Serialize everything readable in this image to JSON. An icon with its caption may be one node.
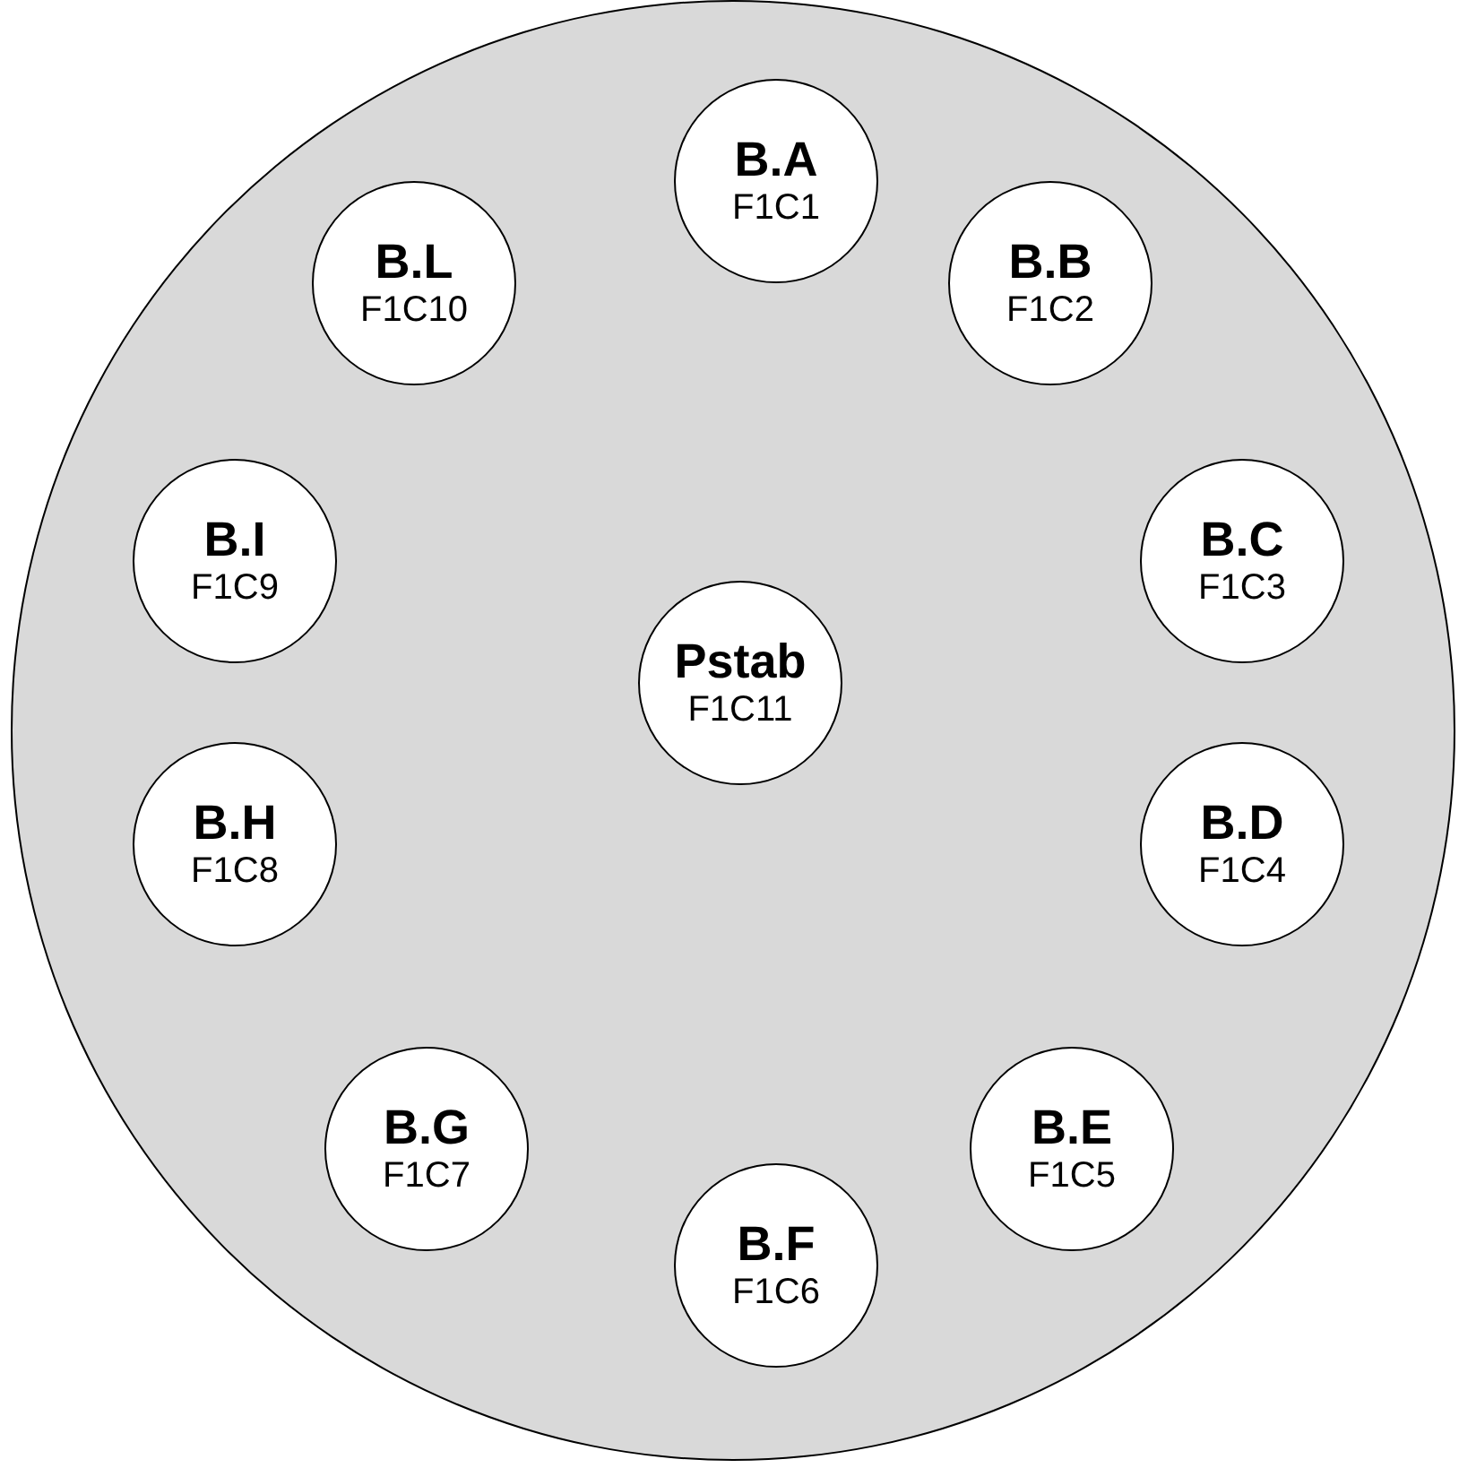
{
  "diagram": {
    "nodes": [
      {
        "text": [],
        "shape": "circle"
      },
      {
        "text": [
          "B.A",
          "F1C1"
        ],
        "in": 0
      },
      {
        "text": [
          "B.L",
          "F1C10"
        ],
        "in": 0
      },
      {
        "text": [
          "B.B",
          "F1C2"
        ],
        "in": 0
      },
      {
        "text": [
          "B.I",
          "F1C9"
        ],
        "in": 0
      },
      {
        "text": [
          "B.C",
          "F1C3"
        ],
        "in": 0
      },
      {
        "text": [
          "Pstab",
          "F1C11"
        ],
        "in": 0
      },
      {
        "text": [
          "B.H",
          "F1C8"
        ],
        "in": 0
      },
      {
        "text": [
          "B.D",
          "F1C4"
        ],
        "in": 0
      },
      {
        "text": [
          "B.G",
          "F1C7"
        ],
        "in": 0
      },
      {
        "text": [
          "B.E",
          "F1C5"
        ],
        "in": 0
      },
      {
        "text": [
          "B.F",
          "F1C6"
        ],
        "in": 0
      }
    ]
  }
}
